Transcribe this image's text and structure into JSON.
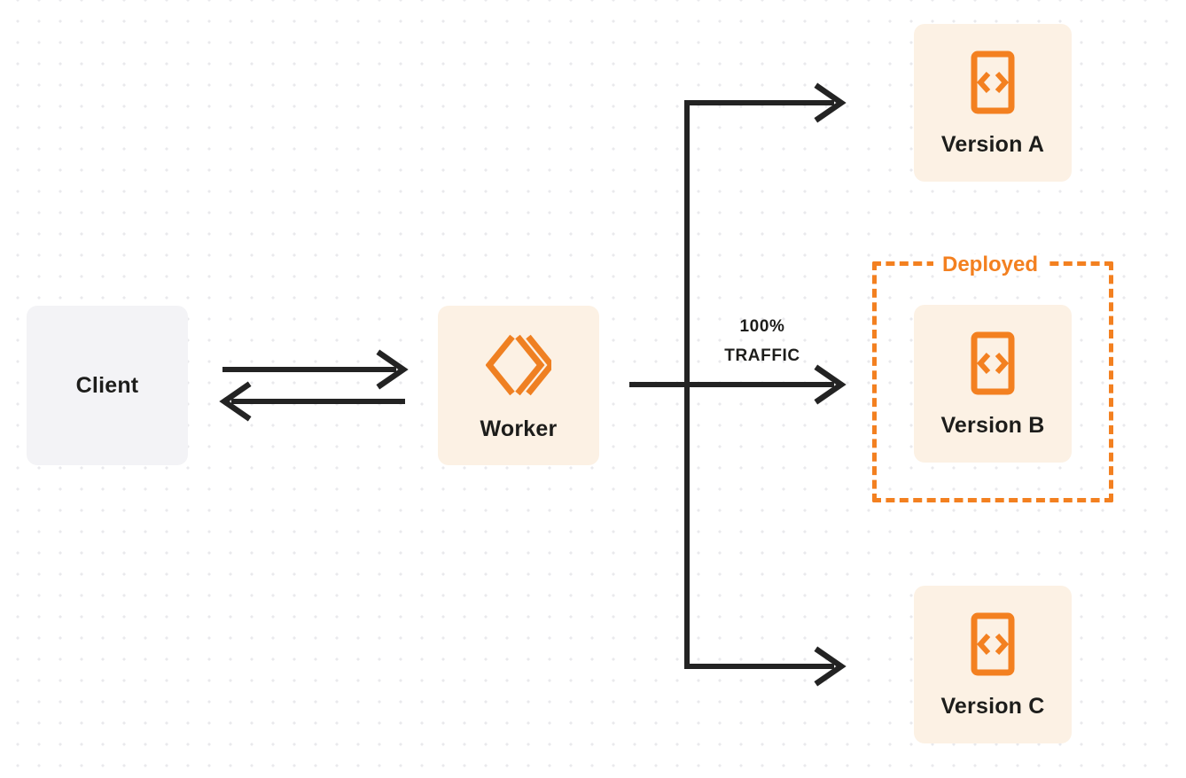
{
  "diagram": {
    "title": "Worker version routing diagram",
    "colors": {
      "accent_orange": "#f38020",
      "card_peach": "#fcf1e4",
      "card_gray": "#f3f3f6",
      "line_dark": "#232323",
      "text_dark": "#1d1d1b",
      "background": "#ffffff",
      "grid_dot": "#e9e9ec"
    },
    "nodes": {
      "client": {
        "label": "Client",
        "icon": "none"
      },
      "worker": {
        "label": "Worker",
        "icon": "cloudflare-workers-icon"
      },
      "versions": [
        {
          "label": "Version A",
          "icon": "code-file-icon"
        },
        {
          "label": "Version B",
          "icon": "code-file-icon"
        },
        {
          "label": "Version C",
          "icon": "code-file-icon"
        }
      ]
    },
    "annotations": {
      "deployed_label": "Deployed",
      "traffic_percent": "100%",
      "traffic_word": "TRAFFIC"
    }
  }
}
